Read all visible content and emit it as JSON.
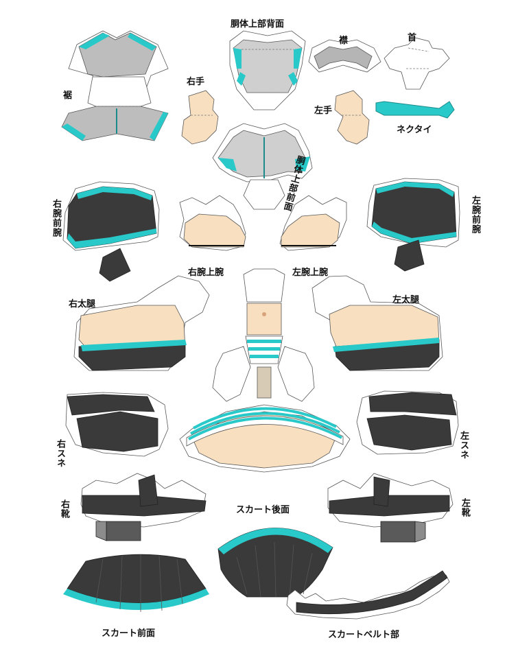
{
  "labels": {
    "suso": "裾",
    "dotai_back": "胴体上部背面",
    "eri": "襟",
    "kubi": "首",
    "migite": "右手",
    "hidarite": "左手",
    "necktie": "ネクタイ",
    "dotai_front": "胴体上部前面",
    "right_forearm": "右腕前腕",
    "left_forearm": "左腕前腕",
    "right_upper_arm": "右腕上腕",
    "left_upper_arm": "左腕上腕",
    "right_thigh": "右太腿",
    "left_thigh": "左太腿",
    "right_shin": "右スネ",
    "left_shin": "左スネ",
    "right_boot": "右靴",
    "left_boot": "左靴",
    "skirt_back": "スカート後面",
    "skirt_front": "スカート前面",
    "skirt_belt": "スカートベルト部"
  },
  "colors": {
    "teal": "#29c9c9",
    "dark": "#3a3a3a",
    "skin": "#f7dfc0",
    "gray": "#bdbdbd",
    "light_gray": "#d9d9d9",
    "white": "#ffffff"
  }
}
